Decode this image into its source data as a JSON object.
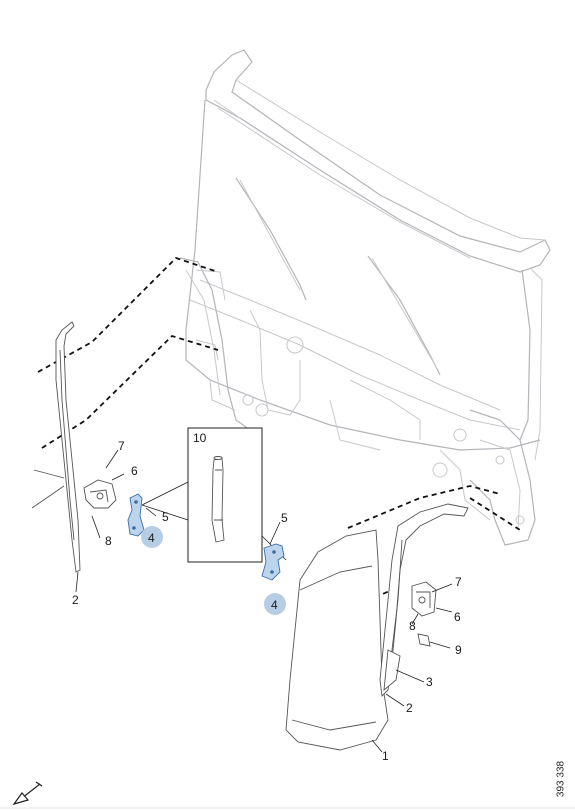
{
  "callouts": {
    "c1": "1",
    "c2_left": "2",
    "c2_right": "2",
    "c3": "3",
    "c4_left": "4",
    "c4_right": "4",
    "c5_left": "5",
    "c5_right": "5",
    "c6_left": "6",
    "c6_right": "6",
    "c7_left": "7",
    "c7_right": "7",
    "c8_left": "8",
    "c8_right": "8",
    "c9": "9",
    "c10": "10"
  },
  "drawing_number": "393 338",
  "highlight_color": "#b6cde6",
  "icons": {
    "orientation": "arrow-southwest-icon"
  }
}
